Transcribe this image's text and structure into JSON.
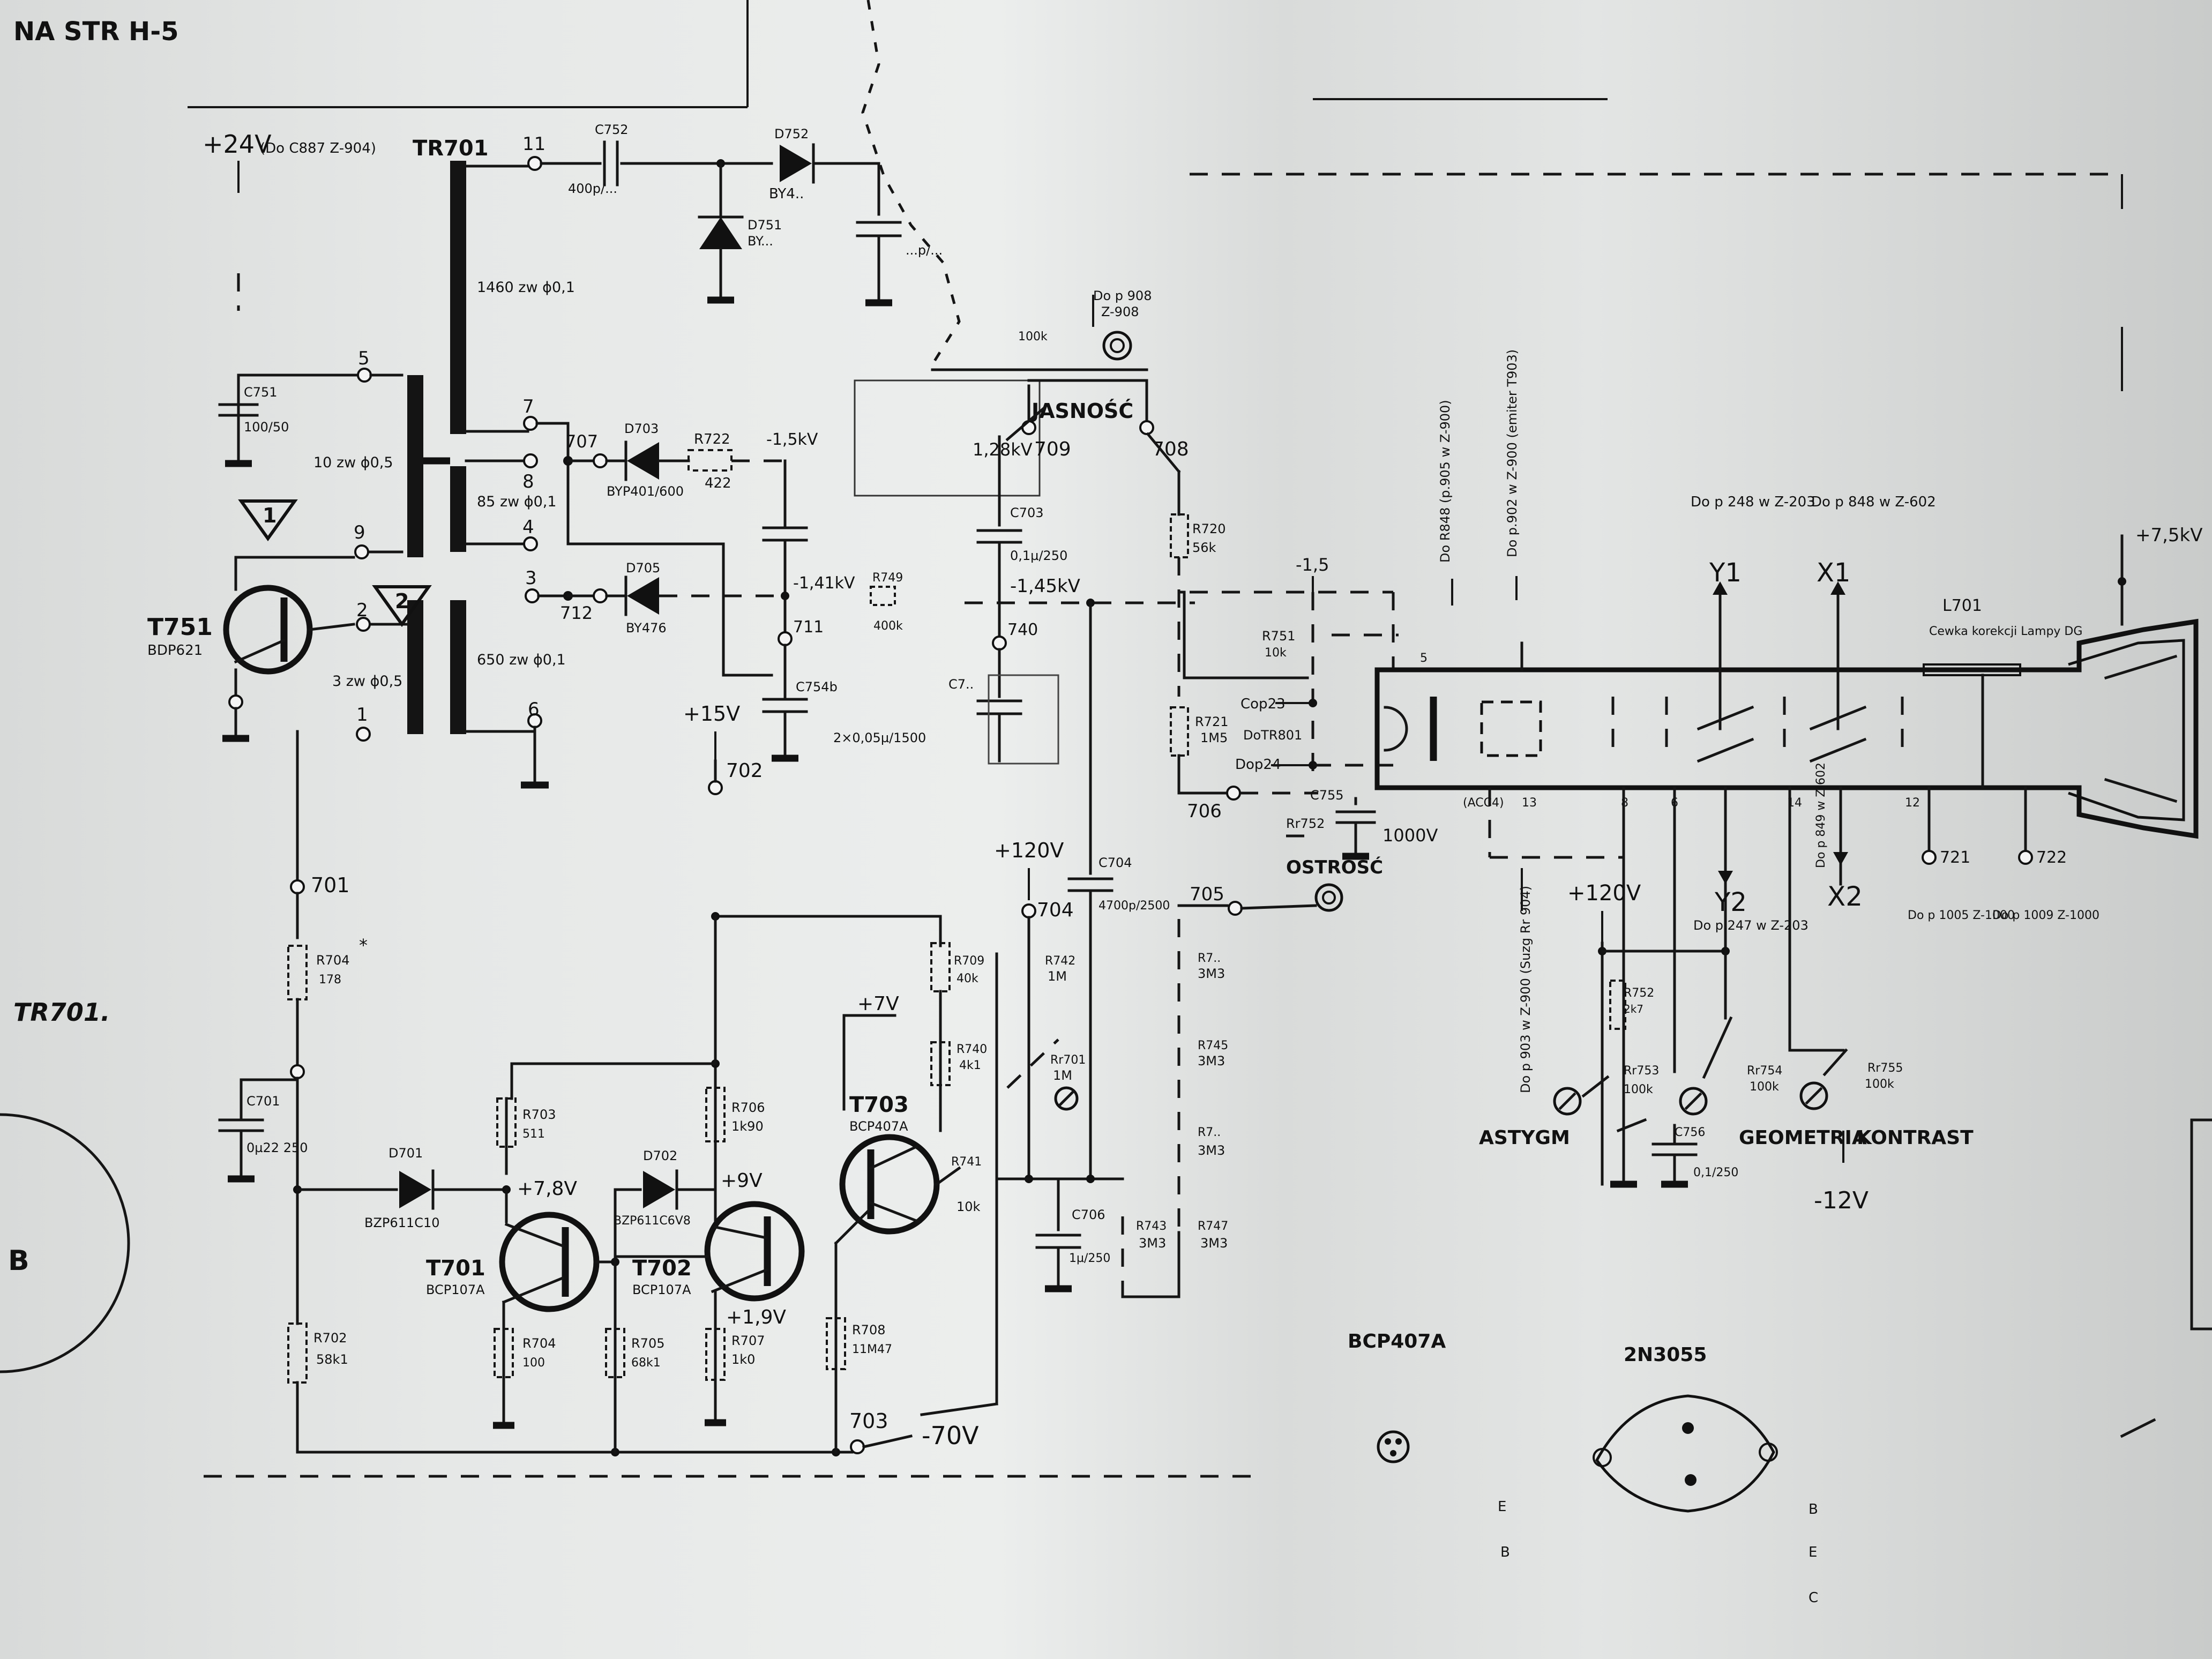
{
  "header": {
    "page_ref": "NA STR H-5",
    "side_label": "TR701."
  },
  "rails": {
    "p24": "+24V",
    "p24_note": "(Do C887 Z-904)",
    "p15": "+15V",
    "p120a": "+120V",
    "p120b": "+120V",
    "p7": "+7V",
    "m70": "-70V",
    "m12": "-12V",
    "p75kv": "+7,5kV"
  },
  "transformer": {
    "name": "TR701",
    "w1": "1460 zw ϕ0,1",
    "w2": "10 zw ϕ0,5",
    "w3": "85 zw ϕ0,1",
    "w4": "650 zw ϕ0,1",
    "w5": "3 zw ϕ0,5",
    "pins": [
      "11",
      "5",
      "7",
      "8",
      "9",
      "4",
      "3",
      "2",
      "1",
      "6"
    ],
    "tri1": "1",
    "tri2": "2"
  },
  "t751": {
    "name": "T751",
    "type": "BDP621"
  },
  "hv": {
    "c752": "C752",
    "c752v": "400p/...",
    "d752": "D752",
    "d752t": "BY4..",
    "d751": "D751",
    "d751t": "BY...",
    "c753v": "...p/...",
    "c751": "C751",
    "c751v": "100/50",
    "d703": "D703",
    "d703t": "BYP401/600",
    "r722": "R722",
    "r722v": "422",
    "d705": "D705",
    "d705t": "BY476",
    "r749": "R749",
    "r749v": "400k",
    "v_m15kv": "-1,5kV",
    "v_m28kv": "1,28kV",
    "v_m141": "-1,41kV",
    "v_m145": "-1,45kV",
    "c754": "C754b",
    "c754v": "2×0,05µ/1500",
    "c703": "C703",
    "c703v": "0,1µ/250",
    "c7xx": "C7..",
    "n707": "707",
    "n709": "709",
    "n708": "708",
    "n711": "711",
    "n712": "712",
    "n740": "740",
    "n702": "702",
    "r750v": "100k"
  },
  "controls": {
    "jasnosc": "JASNOŚĆ",
    "ostrosc": "OSTROŚĆ",
    "astygm": "ASTYGM",
    "geometria": "GEOMETRIA",
    "kontrast": "KONTRAST",
    "do_p908": "Do p 908",
    "z908": "Z-908"
  },
  "crt_side": {
    "r720": "R720",
    "r720v": "56k",
    "r751": "R751",
    "r751v": "10k",
    "m15": "-1,5",
    "cop23": "Cop23",
    "dotr801": "DoTR801",
    "dop24": "Dop24",
    "r721": "R721",
    "r721v": "1M5",
    "n706": "706",
    "n705": "705",
    "rr752": "Rr752",
    "c755": "C755",
    "c755v": "1000V",
    "do_r848": "Do R848 (p.905 w Z-900)",
    "do_p902": "Do p.902 w Z-900 (emiter T903)",
    "y1": "Y1",
    "x1": "X1",
    "y2": "Y2",
    "x2": "X2",
    "y1_ref": "Do p 248 w Z-203",
    "x1_ref": "Do p 848 w Z-602",
    "y2_ref": "Do p.247 w Z-203",
    "x2_ref": "Do p 849 w Z-602",
    "l701": "L701",
    "l701_desc": "Cewka korekcji Lampy DG",
    "acc4": "(ACC4)",
    "pin13": "13",
    "pin5": "5",
    "pin8": "8",
    "pin6": "6",
    "pin14": "14",
    "pin12": "12",
    "n721": "721",
    "n722": "722",
    "d1005": "Do p 1005 Z-1000",
    "d1009": "Do p 1009 Z-1000",
    "ast_ref": "Do p 903 w Z-900 (Suzg Rr 904)"
  },
  "pots": {
    "r752": "R752",
    "r752v": "2k7",
    "rr753": "Rr753",
    "rr753v": "100k",
    "rr754": "Rr754",
    "rr754v": "100k",
    "rr755": "Rr755",
    "rr755v": "100k",
    "c756": "C756",
    "c756v": "0,1/250"
  },
  "amp": {
    "n701": "701",
    "r704a": "R704",
    "r704av": "178",
    "c701": "C701",
    "c701v": "0µ22 250",
    "d701": "D701",
    "d701t": "BZP611C10",
    "r702": "R702",
    "r702v": "58k1",
    "t701": "T701",
    "t701t": "BCP107A",
    "r703": "R703",
    "r703v": "511",
    "v78": "+7,8V",
    "r704": "R704",
    "r704v": "100",
    "d702": "D702",
    "d702t": "BZP611C6V8",
    "t702": "T702",
    "t702t": "BCP107A",
    "r705": "R705",
    "r705v": "68k1",
    "r706": "R706",
    "r706v": "1k90",
    "v9": "+9V",
    "v19": "+1,9V",
    "r707": "R707",
    "r707v": "1k0",
    "t703": "T703",
    "t703t": "BCP407A",
    "r708": "R708",
    "r708v": "11M47",
    "n703": "703",
    "r709": "R709",
    "r709v": "40k",
    "r740": "R740",
    "r740v": "4k1",
    "r741": "R741",
    "r741v": "10k",
    "n704": "704",
    "r742": "R742",
    "r742v": "1M",
    "rr701": "Rr701",
    "rr701v": "1M",
    "c704": "C704",
    "c704v": "4700p/2500",
    "c706": "C706",
    "c706v": "1µ/250",
    "r7a": "R7..",
    "r7av": "3M3",
    "r745": "R745",
    "r745v": "3M3",
    "r7b": "R7..",
    "r7bv": "3M3",
    "r743": "R743",
    "r743v": "3M3",
    "r747": "R747",
    "r747v": "3M3"
  },
  "pinouts": {
    "bcp_title": "BCP407A",
    "n3055_title": "2N3055",
    "e": "E",
    "b": "B",
    "b2": "B",
    "e2": "E",
    "c": "C"
  }
}
